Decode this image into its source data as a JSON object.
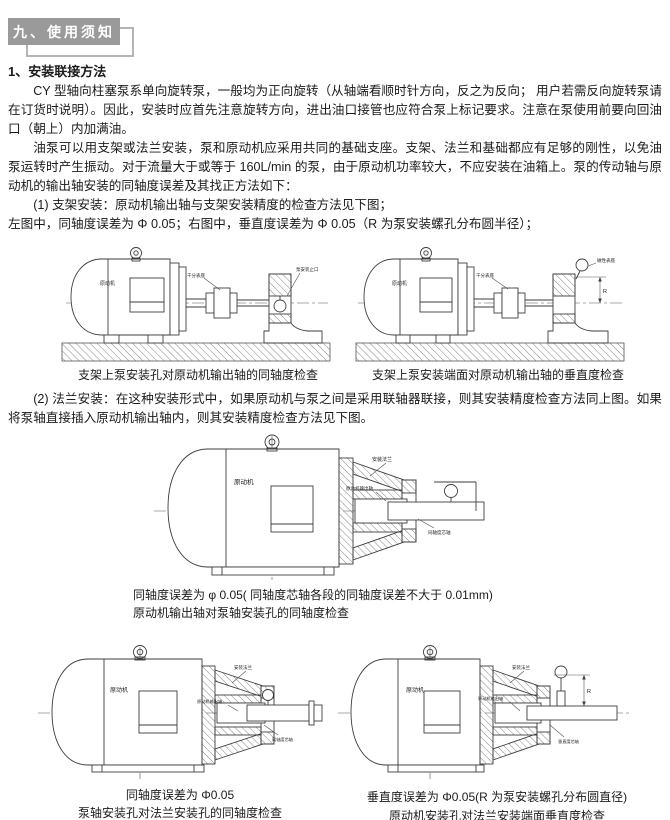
{
  "header": {
    "badge": "九、使用须知"
  },
  "content": {
    "section_title": "1、安装联接方法",
    "para1": "CY 型轴向柱塞泵系单向旋转泵，一般均为正向旋转（从轴端看顺时针方向，反之为反向； 用户若需反向旋转泵请在订货时说明）。因此，安装时应首先注意旋转方向，进出油口接管也应符合泵上标记要求。注意在泵使用前要向回油口（朝上）内加满油。",
    "para2": "油泵可以用支架或法兰安装，泵和原动机应采用共同的基础支座。支架、法兰和基础都应有足够的刚性，以免油泵运转时产生振动。对于流量大于或等于 160L/min 的泵，由于原动机功率较大，不应安装在油箱上。泵的传动轴与原动机的输出轴安装的同轴度误差及其找正方法如下：",
    "item1": "(1) 支架安装：原动机输出轴与支架安装精度的检查方法见下图；",
    "item1_note": "左图中，同轴度误差为 Φ 0.05；右图中，垂直度误差为 Φ 0.05（R 为泵安装螺孔分布圆半径）；",
    "item2": "(2) 法兰安装：在这种安装形式中，如果原动机与泵之间是采用联轴器联接，则其安装精度检查方法同上图。如果将泵轴直接插入原动机输出轴内，则其安装精度检查方法见下图。"
  },
  "figures": {
    "top_left": {
      "caption": "支架上泵安装孔对原动机输出轴的同轴度检查",
      "motor": "原动机",
      "label1": "千分表座",
      "label2": "泵安装止口"
    },
    "top_right": {
      "caption": "支架上泵安装端面对原动机输出轴的垂直度检查",
      "motor": "原动机",
      "label1": "千分表座",
      "label2": "磁性表座",
      "dim": "R"
    },
    "middle": {
      "caption1": "同轴度误差为 φ 0.05( 同轴度芯轴各段的同轴度误差不大于 0.01mm)",
      "caption2": "原动机输出轴对泵轴安装孔的同轴度检查",
      "motor": "原动机",
      "label_flange": "安装法兰",
      "label_shaft": "原动机输出轴",
      "label_mandrel": "同轴度芯轴"
    },
    "bottom_left": {
      "caption1": "同轴度误差为 Φ0.05",
      "caption2": "泵轴安装孔对法兰安装孔的同轴度检查",
      "motor": "原动机",
      "label_flange": "安装法兰",
      "label_shaft": "原动机输出轴",
      "label_mandrel": "同轴度芯轴"
    },
    "bottom_right": {
      "caption1": "垂直度误差为 Φ0.05(R 为泵安装螺孔分布圆直径)",
      "caption2": "原动机安装孔对法兰安装端面垂直度检查",
      "motor": "原动机",
      "label_flange": "安装法兰",
      "label_shaft": "原动机输出轴",
      "label_mandrel": "垂直度芯轴",
      "dim": "R"
    }
  },
  "colors": {
    "badge_bg": "#9a9a9a",
    "badge_text": "#ffffff",
    "line": "#3d3d3d",
    "text": "#1b1b1b"
  }
}
